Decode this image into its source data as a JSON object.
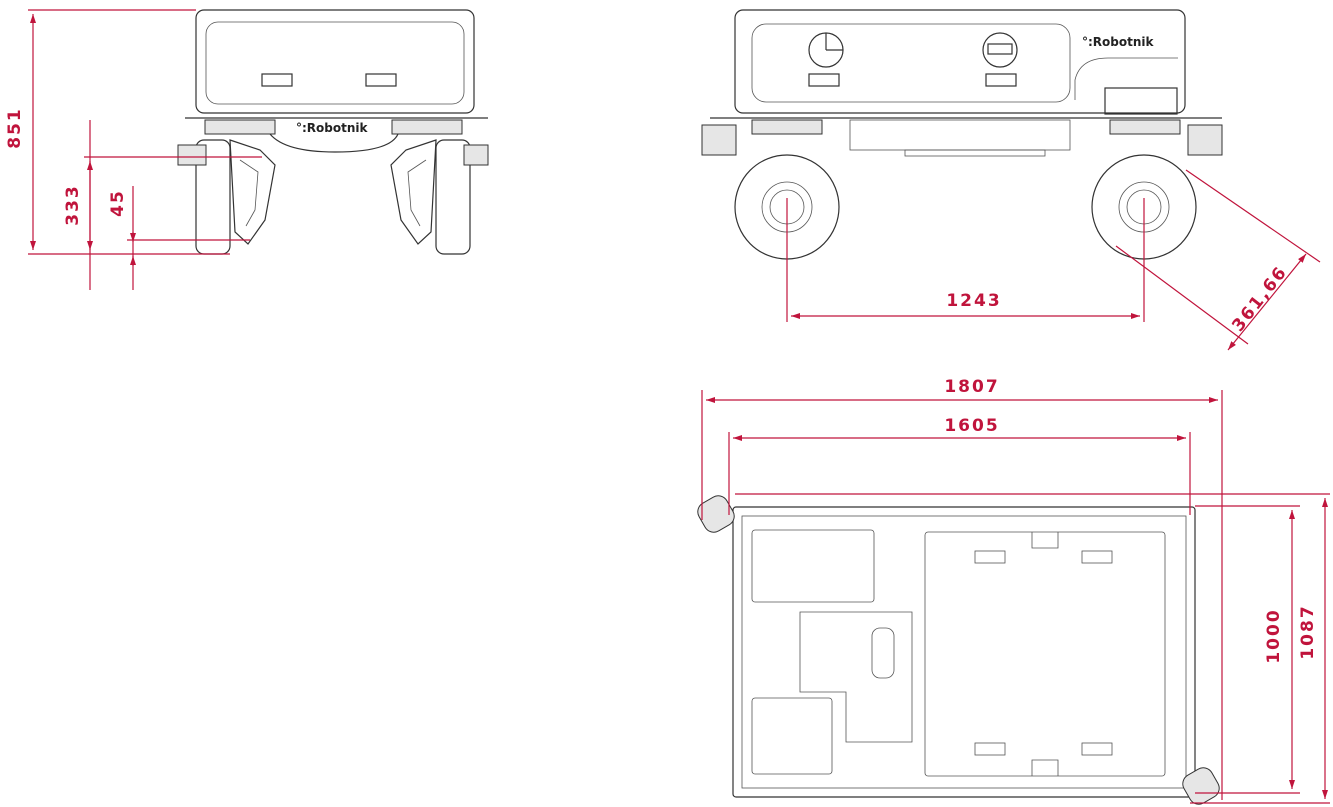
{
  "brand_label": "°:Robotnik",
  "accent_color": "#c0143c",
  "dimensions": {
    "overall_height": "851",
    "wheel_height": "333",
    "ground_clearance": "45",
    "wheelbase": "1243",
    "wheel_diameter": "361,66",
    "overall_length": "1807",
    "body_length": "1605",
    "body_width": "1000",
    "overall_width": "1087"
  }
}
